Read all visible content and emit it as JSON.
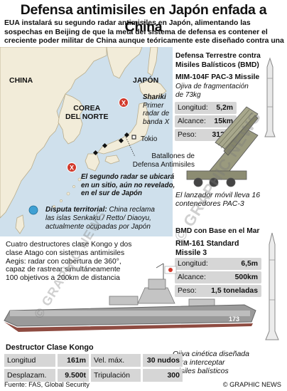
{
  "title": "Defensa antimisiles en Japón enfada a China",
  "intro": "EUA instalará su segundo radar antimisiles en Japón, alimentando las sospechas en Beijing de que la meta del sistema de defensa es contener el creciente poder militar de China aunque teóricamente este diseñado contra una amenaza norcoreana",
  "map": {
    "china": "CHINA",
    "japan": "JAPÓN",
    "korea_line1": "COREA",
    "korea_line2": "DEL NORTE",
    "shariki_name": "Shariki",
    "shariki_desc1": "Primer",
    "shariki_desc2": "radar de",
    "shariki_desc3": "banda X",
    "tokyo": "Tokio",
    "batteries1": "Batallones de",
    "batteries2": "Defensa Antimisiles",
    "second_radar1": "El segundo radar se ubicará",
    "second_radar2": "en un sitio, aún no revelado,",
    "second_radar3": "en el sur de Japón",
    "dispute_label": "Disputa territorial:",
    "dispute1": "China reclama",
    "dispute2": "las islas Senkaku / Retto/ Diaoyu,",
    "dispute3": "actualmente ocupadas por Japón",
    "marker": "X"
  },
  "land": {
    "header1": "Defensa Terrestre contra",
    "header2": "Misiles Balísticos (BMD)",
    "missile": "MIM-104F PAC-3 Missile",
    "warhead1": "Ojiva de fragmentación",
    "warhead2": "de 73kg",
    "specs": [
      {
        "k": "Longitud:",
        "v": "5,2m"
      },
      {
        "k": "Alcance:",
        "v": "15km"
      },
      {
        "k": "Peso:",
        "v": "312kg"
      }
    ],
    "launcher1": "El lanzador móvil lleva 16",
    "launcher2": "contenedores PAC-3"
  },
  "sea": {
    "header": "BMD con Base en el Mar",
    "missile1": "RIM-161 Standard",
    "missile2": "Missile 3",
    "specs": [
      {
        "k": "Longitud:",
        "v": "6,5m"
      },
      {
        "k": "Alcance:",
        "v": "500km"
      },
      {
        "k": "Peso:",
        "v": "1,5 toneladas"
      }
    ],
    "warhead1": "Ojiva cinética diseñada",
    "warhead2": "para interceptar",
    "warhead3": "misiles balísticos"
  },
  "ships": {
    "text1": "Cuatro destructores clase Kongo y dos",
    "text2": "clase Atago con sistemas antimisiles",
    "text3": "Aegis: radar con cobertura de 360°,",
    "text4": "capaz de rastrear simultáneamente",
    "text5": "100 objetivos a 200km de distancia",
    "hull_number": "173"
  },
  "destroyer": {
    "header": "Destructor Clase Kongo",
    "rows": [
      {
        "k1": "Longitud",
        "v1": "161m",
        "k2": "Vel. máx.",
        "v2": "30 nudos"
      },
      {
        "k1": "Desplazam.",
        "v1": "9.500t",
        "k2": "Tripulación",
        "v2": "300"
      }
    ]
  },
  "footer": {
    "source": "Fuente: FAS, Global Security",
    "credit": "© GRAPHIC NEWS"
  },
  "watermark": "© GRAPHIC NEWS"
}
